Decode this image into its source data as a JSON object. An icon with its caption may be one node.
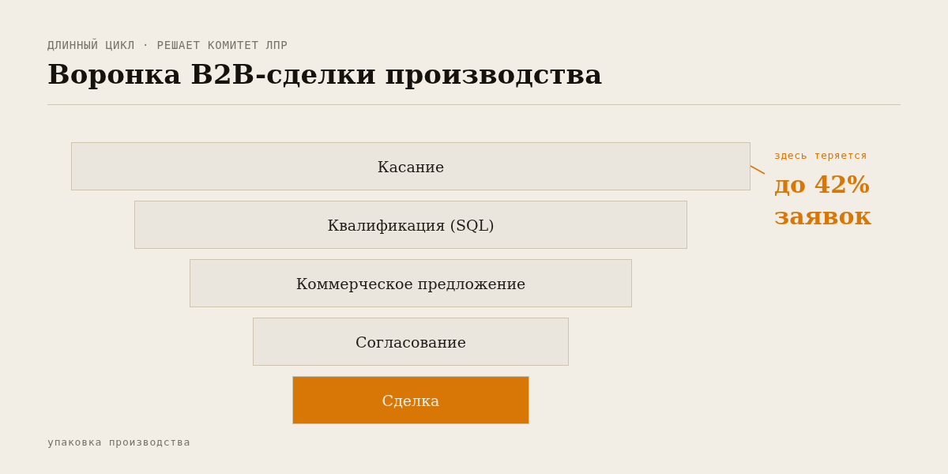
{
  "diagram": {
    "title": "Воронка B2B-сделки производства",
    "nodes": [
      {
        "text": [
          "Касание"
        ]
      },
      {
        "text": [
          "Квалификация (SQL)"
        ]
      },
      {
        "text": [
          "Коммерческое предложение"
        ]
      },
      {
        "text": [
          "Согласование"
        ]
      },
      {
        "text": [
          "Сделка"
        ]
      },
      {
        "text": [
          "здесь теряется",
          "до 42% заявок"
        ]
      }
    ],
    "edges": [
      {
        "from": 5,
        "to": 0,
        "arrow": "none"
      }
    ],
    "labels": [
      "ДЛИННЫЙ ЦИКЛ · РЕШАЕТ КОМИТЕТ ЛПР",
      "упаковка производства"
    ]
  }
}
